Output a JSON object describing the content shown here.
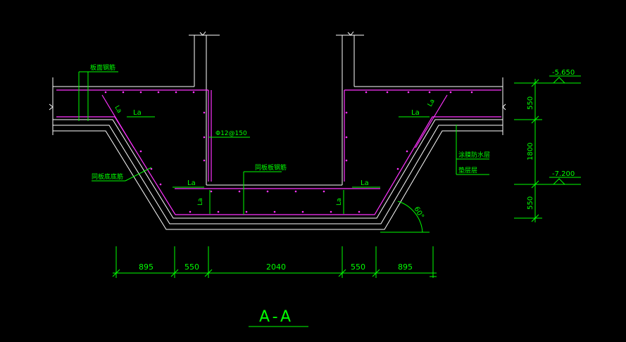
{
  "drawing": {
    "section_title": "A-A",
    "colors": {
      "background": "#000000",
      "dimension": "#00ff00",
      "outline": "#ffffff",
      "rebar": "#ff33ff"
    }
  },
  "labels": {
    "top_rebar": "板面钢筋",
    "bottom_rebar_left": "同板底底筋",
    "bottom_rebar_center": "同板板钢筋",
    "waterproof_layer": "涂膜防水层",
    "cushion_layer": "垫层层",
    "stirrup": "Φ12@150",
    "la": "La"
  },
  "elevations": {
    "top": "-5.650",
    "bottom": "-7.200"
  },
  "vertical_dims": [
    "550",
    "1800",
    "550"
  ],
  "horizontal_dims": [
    "895",
    "550",
    "2040",
    "550",
    "895"
  ],
  "angle": "60°"
}
